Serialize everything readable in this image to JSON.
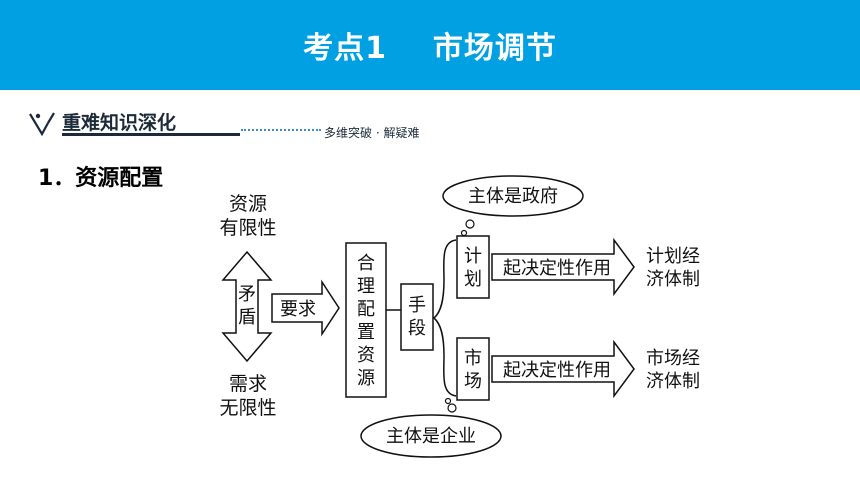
{
  "header": {
    "title": "考点1    市场调节"
  },
  "section": {
    "label": "重难知识深化",
    "subtitle": "多维突破 · 解疑难"
  },
  "item": {
    "heading": "1．资源配置"
  },
  "diagram": {
    "resource_limited": [
      "资源",
      "有限性"
    ],
    "contradiction": [
      "矛",
      "盾"
    ],
    "demand_unlimited": [
      "需求",
      "无限性"
    ],
    "requirement": "要求",
    "allocate": [
      "合",
      "理",
      "配",
      "置",
      "资",
      "源"
    ],
    "means": [
      "手",
      "段"
    ],
    "plan": [
      "计",
      "划"
    ],
    "market": [
      "市",
      "场"
    ],
    "plan_subject": "主体是政府",
    "market_subject": "主体是企业",
    "decisive_plan": "起决定性作用",
    "decisive_market": "起决定性作用",
    "planned_economy": [
      "计划经",
      "济体制"
    ],
    "market_economy": [
      "市场经",
      "济体制"
    ]
  }
}
